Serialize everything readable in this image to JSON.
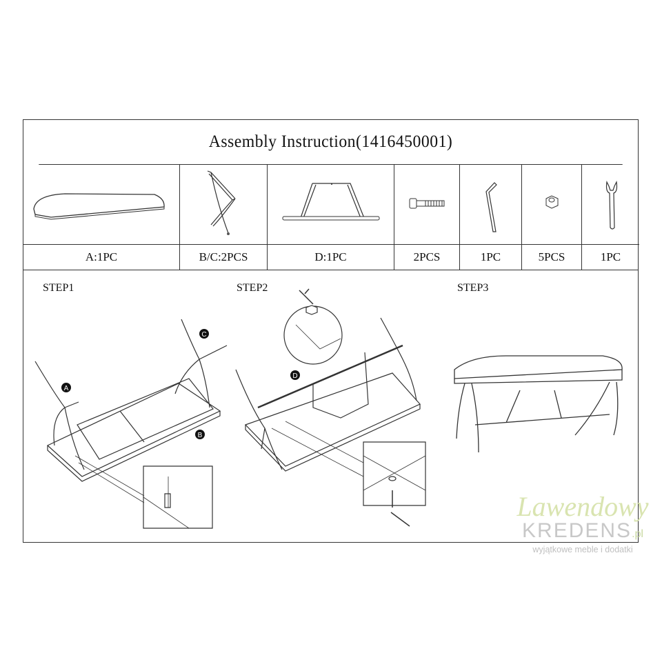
{
  "title": "Assembly Instruction(1416450001)",
  "parts": [
    {
      "icon": "seat-panel-icon",
      "label": "A:1PC"
    },
    {
      "icon": "cross-leg-icon",
      "label": "B/C:2PCS"
    },
    {
      "icon": "crossbar-frame-icon",
      "label": "D:1PC"
    },
    {
      "icon": "bolt-icon",
      "label": "2PCS"
    },
    {
      "icon": "allen-key-icon",
      "label": "1PC"
    },
    {
      "icon": "nut-icon",
      "label": "5PCS"
    },
    {
      "icon": "wrench-icon",
      "label": "1PC"
    }
  ],
  "steps": {
    "step1": "STEP1",
    "step2": "STEP2",
    "step3": "STEP3"
  },
  "callouts": {
    "a": "A",
    "b": "B",
    "c": "C",
    "d": "D"
  },
  "watermark": {
    "script": "Lawendowy",
    "brand": "KREDENS",
    "tld": ".pl",
    "tagline": "wyjątkowe meble i dodatki"
  }
}
